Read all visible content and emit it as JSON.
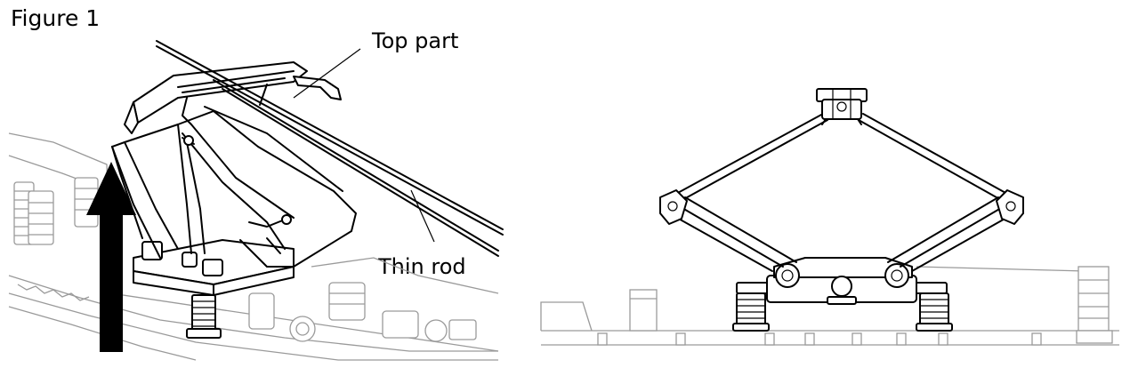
{
  "figure": {
    "title": "Figure 1",
    "labels": {
      "top_part": "Top part",
      "thin_rod": "Thin rod"
    }
  }
}
